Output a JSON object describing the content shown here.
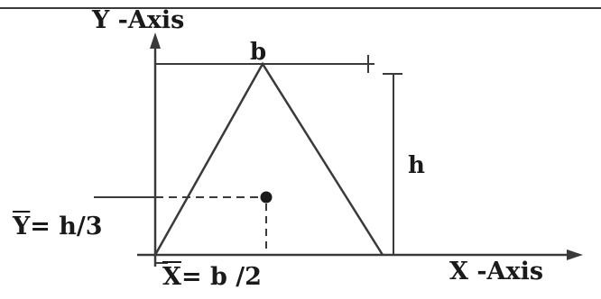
{
  "labels": {
    "y_axis": "Y -Axis",
    "x_axis": "X -Axis",
    "top_vertex": "b",
    "height": "h",
    "y_bar_symbol": "Y",
    "y_bar_value": "= h/3",
    "x_bar_symbol": "X",
    "x_bar_value": "= b /2"
  },
  "colors": {
    "line": "#3a3a3a",
    "text": "#1a1a1a"
  }
}
